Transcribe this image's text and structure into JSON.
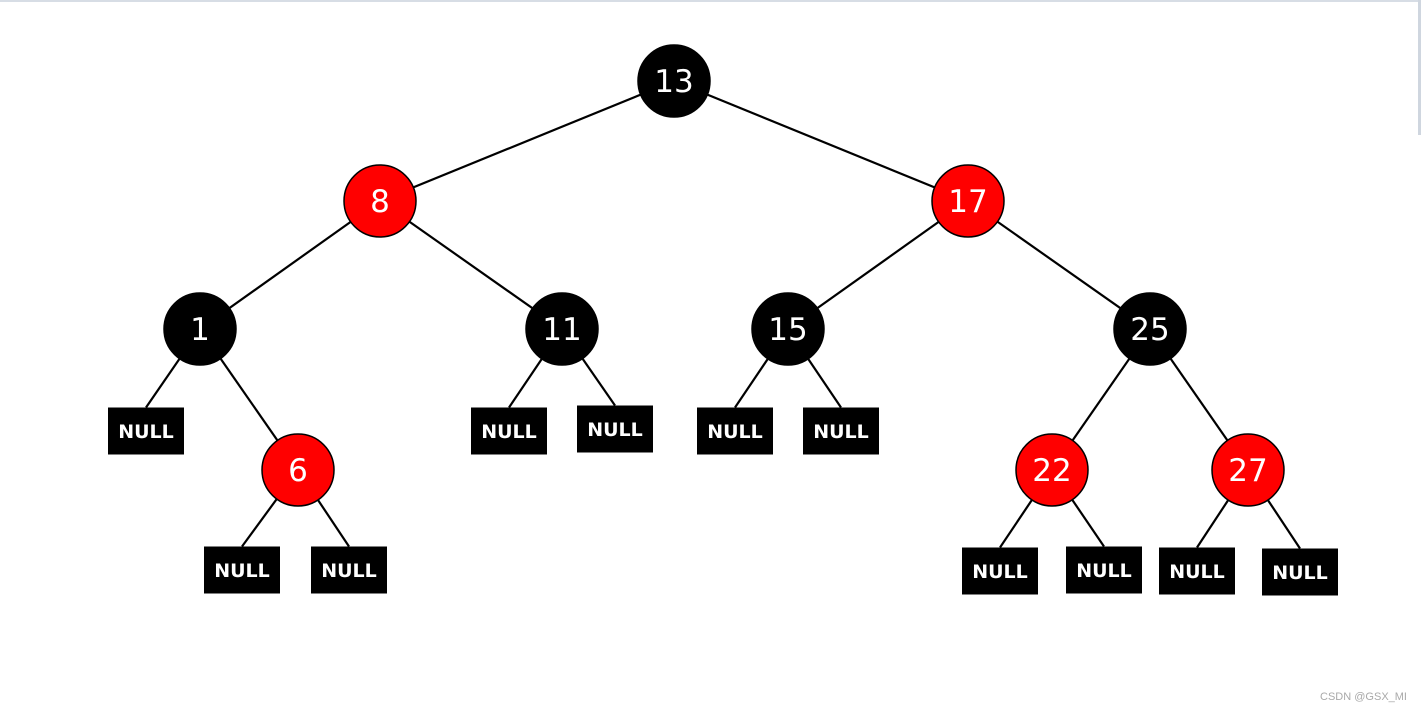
{
  "colors": {
    "red": "#ff0000",
    "black": "#000000",
    "edge": "#000000",
    "text": "#ffffff"
  },
  "nodes": [
    {
      "id": "n13",
      "label": "13",
      "color": "black"
    },
    {
      "id": "n8",
      "label": "8",
      "color": "red"
    },
    {
      "id": "n17",
      "label": "17",
      "color": "red"
    },
    {
      "id": "n1",
      "label": "1",
      "color": "black"
    },
    {
      "id": "n11",
      "label": "11",
      "color": "black"
    },
    {
      "id": "n15",
      "label": "15",
      "color": "black"
    },
    {
      "id": "n25",
      "label": "25",
      "color": "black"
    },
    {
      "id": "n6",
      "label": "6",
      "color": "red"
    },
    {
      "id": "n22",
      "label": "22",
      "color": "red"
    },
    {
      "id": "n27",
      "label": "27",
      "color": "red"
    }
  ],
  "nulls": [
    {
      "id": "null-1-left",
      "label": "NULL"
    },
    {
      "id": "null-6-left",
      "label": "NULL"
    },
    {
      "id": "null-6-right",
      "label": "NULL"
    },
    {
      "id": "null-11-left",
      "label": "NULL"
    },
    {
      "id": "null-11-right",
      "label": "NULL"
    },
    {
      "id": "null-15-left",
      "label": "NULL"
    },
    {
      "id": "null-15-right",
      "label": "NULL"
    },
    {
      "id": "null-22-left",
      "label": "NULL"
    },
    {
      "id": "null-22-right",
      "label": "NULL"
    },
    {
      "id": "null-27-left",
      "label": "NULL"
    },
    {
      "id": "null-27-right",
      "label": "NULL"
    }
  ],
  "edges": [
    [
      "n13",
      "n8"
    ],
    [
      "n13",
      "n17"
    ],
    [
      "n8",
      "n1"
    ],
    [
      "n8",
      "n11"
    ],
    [
      "n17",
      "n15"
    ],
    [
      "n17",
      "n25"
    ],
    [
      "n1",
      "null-1-left"
    ],
    [
      "n1",
      "n6"
    ],
    [
      "n6",
      "null-6-left"
    ],
    [
      "n6",
      "null-6-right"
    ],
    [
      "n11",
      "null-11-left"
    ],
    [
      "n11",
      "null-11-right"
    ],
    [
      "n15",
      "null-15-left"
    ],
    [
      "n15",
      "null-15-right"
    ],
    [
      "n25",
      "n22"
    ],
    [
      "n25",
      "n27"
    ],
    [
      "n22",
      "null-22-left"
    ],
    [
      "n22",
      "null-22-right"
    ],
    [
      "n27",
      "null-27-left"
    ],
    [
      "n27",
      "null-27-right"
    ]
  ],
  "watermark": "CSDN @GSX_MI"
}
